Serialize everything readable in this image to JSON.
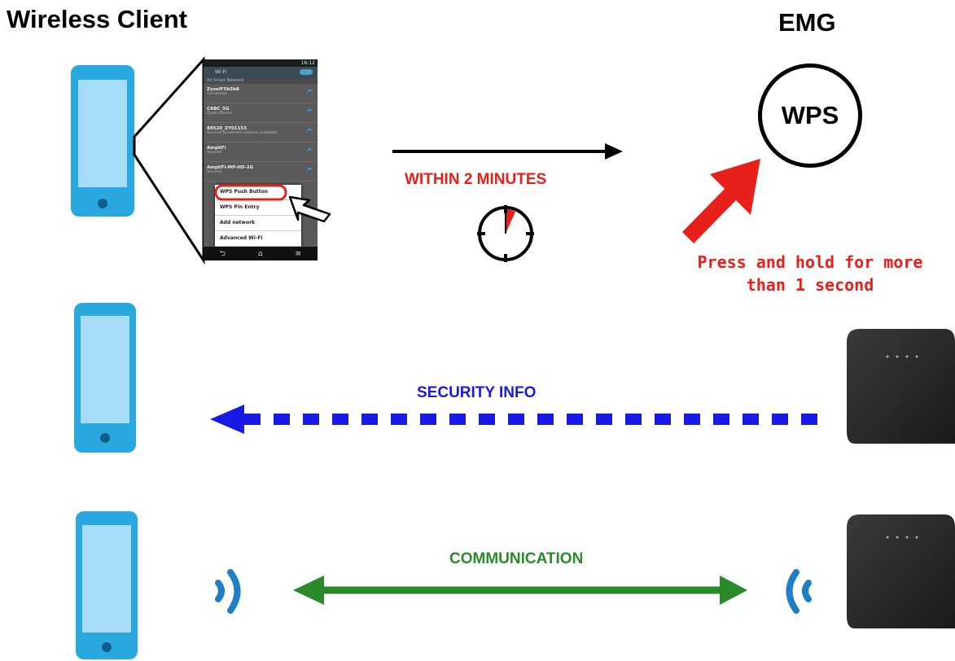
{
  "title": "Wireless Client",
  "emg": {
    "label": "EMG",
    "button": "WPS"
  },
  "step1": {
    "timing": "WITHIN 2 MINUTES",
    "instruction": "Press and hold for more than 1 second"
  },
  "step2": {
    "label": "SECURITY INFO"
  },
  "step3": {
    "label": "COMMUNICATION"
  },
  "screenshot": {
    "status": "16:12",
    "header": "Wi-Fi",
    "subheader": "All Smart Network",
    "networks": [
      {
        "name": "ZyxelF5b5b8",
        "status": "Connected"
      },
      {
        "name": "CABC_5G",
        "status": "Zyxel secured"
      },
      {
        "name": "88520_ZY01153",
        "status": "Secured (protected network available)"
      },
      {
        "name": "AmpliFi",
        "status": "Secured"
      },
      {
        "name": "AmpliFi-MP-HD-2G",
        "status": "Secured"
      }
    ],
    "menu": [
      "WPS Push Button",
      "WPS Pin Entry",
      "Add network",
      "Advanced Wi-Fi"
    ],
    "nav": [
      "⮌",
      "⌂",
      "≡"
    ]
  },
  "colors": {
    "phone": "#29a8e0",
    "phone_screen": "#a6dcf7",
    "red": "#e8201c",
    "blue": "#1a1ae6",
    "green": "#2a8a2a",
    "signal": "#1e7fc6",
    "router": "#2a2a2a"
  }
}
